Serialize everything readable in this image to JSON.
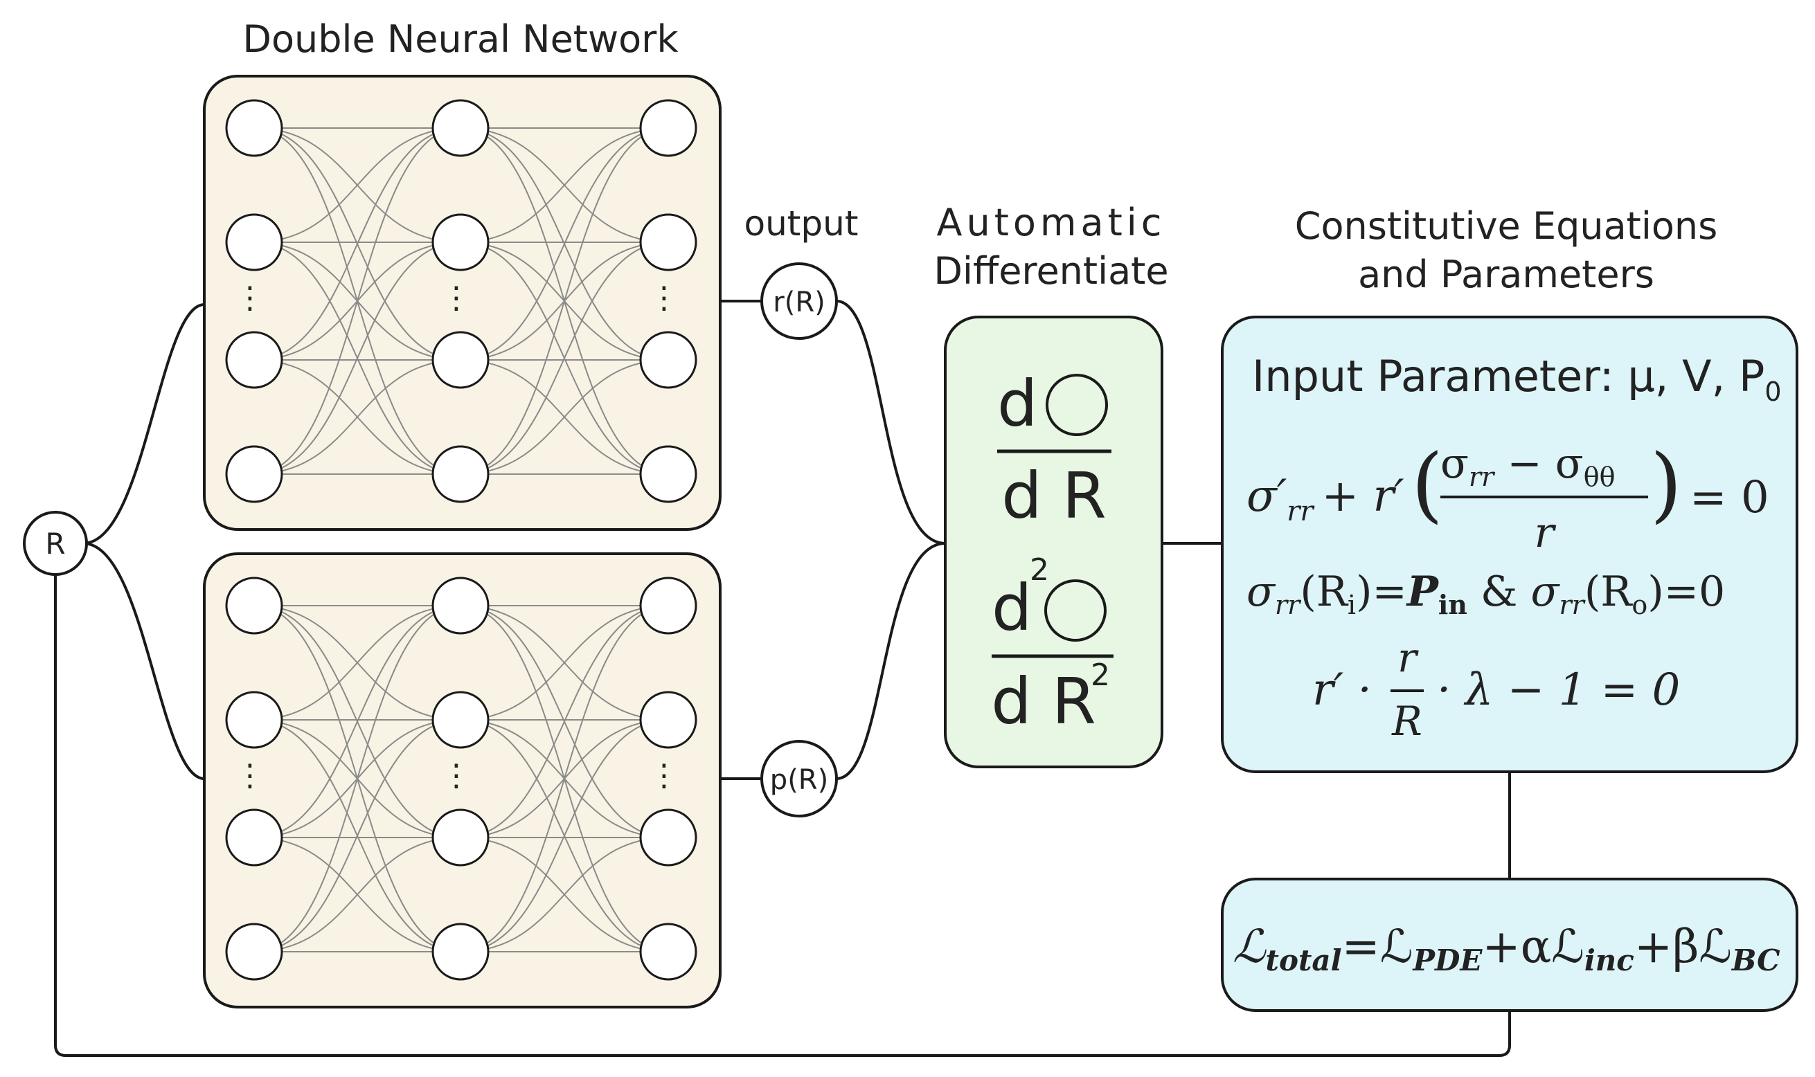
{
  "labels": {
    "network_title": "Double Neural Network",
    "output": "output",
    "input_node": "R",
    "output_r": "r(R)",
    "output_p": "p(R)",
    "autodiff_line1": "Automatic",
    "autodiff_line2": "Differentiate",
    "constitutive_line1": "Constitutive Equations",
    "constitutive_line2": "and Parameters"
  },
  "derivatives": {
    "first_num": "d",
    "first_den": "d R",
    "second_num": "d",
    "second_sup": "2",
    "second_den": "d R",
    "second_den_sup": "2"
  },
  "equations": {
    "input_parameter": "Input Parameter: μ, V, P",
    "input_parameter_sub": "0",
    "eq1_prefix": "σ′",
    "eq1_prefix_sub": "rr",
    "eq1_plus": "+ r′",
    "eq1_num": "σ",
    "eq1_num_sub1": "rr",
    "eq1_num_minus": " − σ",
    "eq1_num_sub2": "θθ",
    "eq1_den": "r",
    "eq1_rhs": "= 0",
    "eq2_a": "σ",
    "eq2_a_sub": "rr",
    "eq2_b": "(R",
    "eq2_b_sub": "i",
    "eq2_c": ")=",
    "eq2_p": "P",
    "eq2_p_sub": "in",
    "eq2_amp": " & ",
    "eq2_d": "σ",
    "eq2_d_sub": "rr",
    "eq2_e": "(R",
    "eq2_e_sub": "o",
    "eq2_f": ")=0",
    "eq3_left": "r′ ·",
    "eq3_num": "r",
    "eq3_den": "R",
    "eq3_right": "· λ − 1 = 0"
  },
  "loss": {
    "total": "ℒ",
    "total_sub": "total",
    "eq1": "=ℒ",
    "pde_sub": "PDE",
    "plus_alpha": "+αℒ",
    "inc_sub": "inc",
    "plus_beta": "+βℒ",
    "bc_sub": "BC"
  },
  "colors": {
    "network_fill": "#f8f3e4",
    "autodiff_fill": "#e8f6e4",
    "constitutive_fill": "#ddf4f8",
    "stroke": "#1a1a1a",
    "connection": "#8a8a8a"
  },
  "network": {
    "layers": 3,
    "nodes_per_layer_shown": 4,
    "ellipsis": "⋮"
  }
}
